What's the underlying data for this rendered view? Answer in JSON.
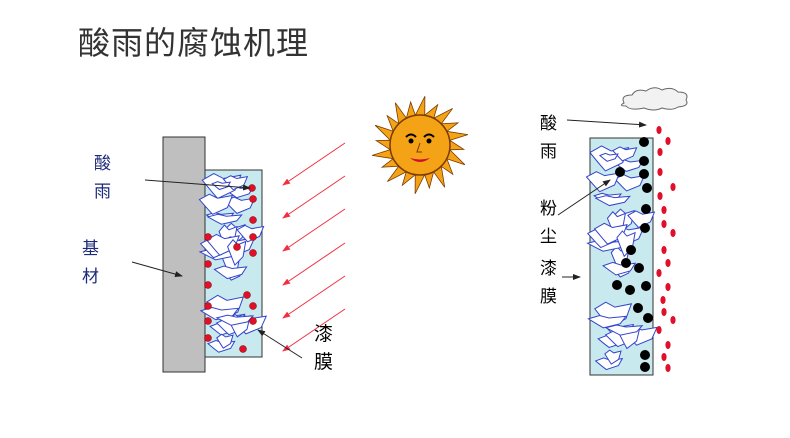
{
  "title": "酸雨的腐蚀机理",
  "left_diagram": {
    "labels": {
      "acid_rain": "酸雨",
      "substrate": "基材",
      "paint_film": "漆膜"
    }
  },
  "right_diagram": {
    "labels": {
      "acid_rain": "酸雨",
      "dust": "粉尘",
      "paint_film": "漆膜"
    }
  },
  "colors": {
    "acid": "#e0102a",
    "film": "#c8eaee",
    "substrate": "#bfbfbf",
    "label_blue": "#1b2a7a",
    "sun": "#f4a316"
  }
}
